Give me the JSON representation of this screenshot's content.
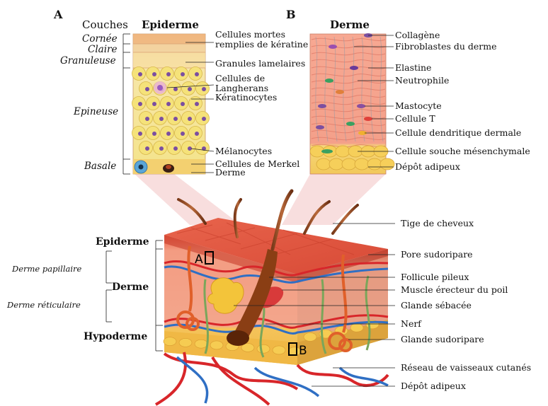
{
  "panel_a": {
    "letter": "A",
    "layers_header": "Couches",
    "title": "Epiderme",
    "layers": [
      "Cornée",
      "Claire",
      "Granuleuse",
      "Epineuse",
      "Basale"
    ],
    "labels": [
      "Cellules mortes",
      "remplies de kératine",
      "Granules lamelaires",
      "Cellules de",
      "Langherans",
      "Kératinocytes",
      "Mélanocytes",
      "Cellules de Merkel",
      "Derme"
    ]
  },
  "panel_b": {
    "letter": "B",
    "title": "Derme",
    "labels": [
      "Collagène",
      "Fibroblastes du derme",
      "Elastine",
      "Neutrophile",
      "Mastocyte",
      "Cellule T",
      "Cellule dendritique dermale",
      "Cellule souche mésenchymale",
      "Dépôt adipeux"
    ]
  },
  "main": {
    "left_regions": {
      "epiderme": "Epiderme",
      "derme": "Derme",
      "hypoderme": "Hypoderme",
      "derme_papillaire": "Derme papillaire",
      "derme_reticulaire": "Derme réticulaire"
    },
    "box_labels": {
      "a": "A",
      "b": "B"
    },
    "right_labels": [
      "Tige de cheveux",
      "Pore sudoripare",
      "Follicule pileux",
      "Muscle érecteur du poil",
      "Glande sébacée",
      "Nerf",
      "Glande sudoripare",
      "Réseau de vaisseaux cutanés",
      "Dépôt adipeux"
    ]
  },
  "colors": {
    "epidermis_top": "#e8553f",
    "dermis": "#f2a48e",
    "hypodermis": "#f3c44a",
    "vessel_red": "#d8262a",
    "vessel_blue": "#2f6fc4",
    "nerve": "#7aa65a",
    "cell_yellow": "#f5e27a",
    "nucleus": "#7b4fa0"
  }
}
